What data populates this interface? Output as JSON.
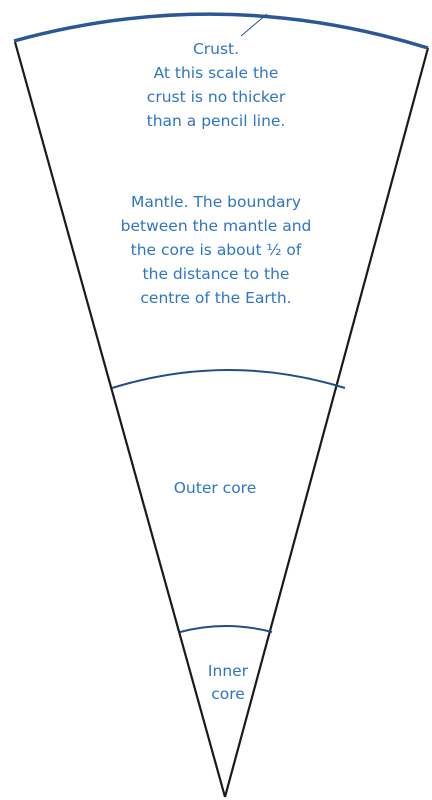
{
  "colors": {
    "outline": "#1a1a1a",
    "boundary": "#1f4e8c",
    "crust_line": "#2b5797",
    "label_text": "#2e75c8",
    "background": "#ffffff"
  },
  "labels": {
    "crust": [
      "Crust.",
      "At this scale the",
      "crust is no thicker",
      "than a pencil line."
    ],
    "mantle": [
      "Mantle.  The boundary",
      "between the mantle and",
      "the core is about ½ of",
      "the distance to the",
      "centre of the Earth."
    ],
    "outer_core": [
      "Outer core"
    ],
    "inner_core": [
      "Inner",
      "core"
    ]
  }
}
